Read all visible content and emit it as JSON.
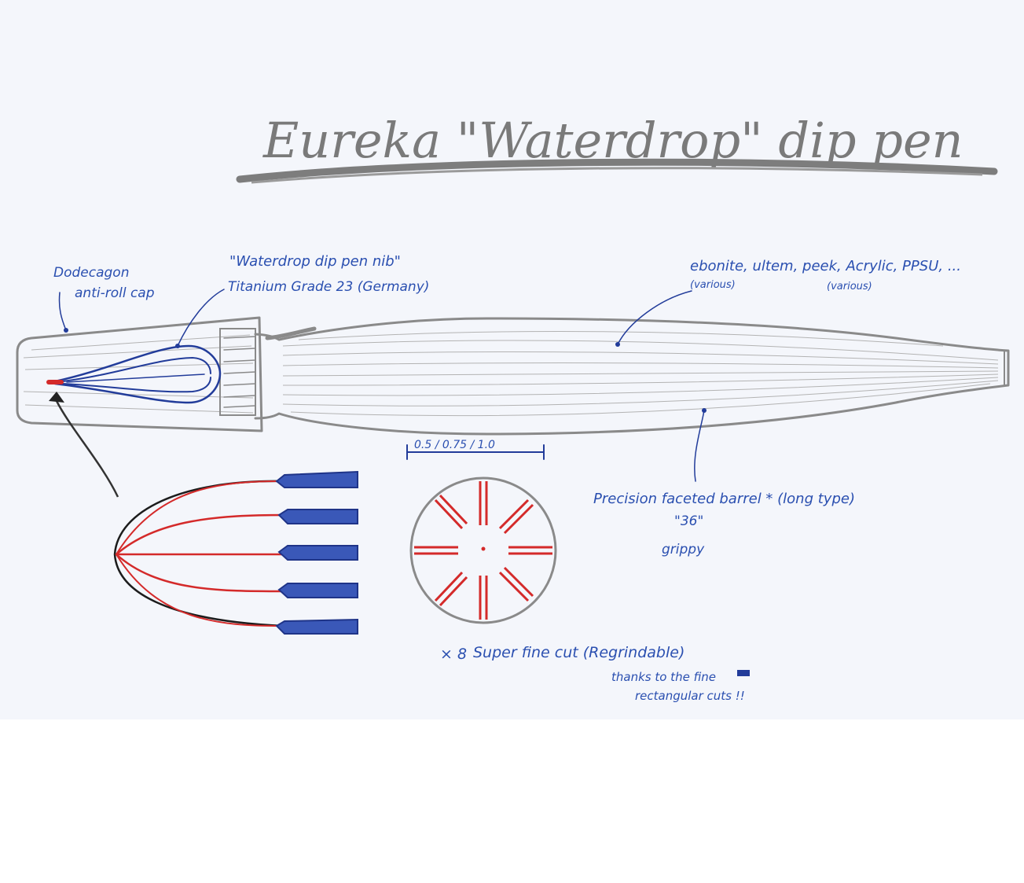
{
  "title": "Eureka \"Waterdrop\" dip pen",
  "annotations": {
    "cap_line1": "Dodecagon",
    "cap_line2": "anti-roll cap",
    "nib_line1": "\"Waterdrop dip pen nib\"",
    "nib_line2": "Titanium Grade 23 (Germany)",
    "materials_main": "ebonite, ultem, peek, Acrylic, PPSU, ...",
    "various_1": "(various)",
    "various_2": "(various)",
    "barrel_line1": "Precision faceted barrel * (long type)",
    "barrel_line2": "\"36\"",
    "barrel_line3": "grippy",
    "dimension_label": "0.5 / 0.75 / 1.0",
    "cut_count": "× 8",
    "cut_line1": "Super fine cut (Regrindable)",
    "cut_line2": "thanks to the fine",
    "cut_line3": "rectangular cuts !!"
  },
  "colors": {
    "pencil": "#8a8a8a",
    "ink_blue": "#223c9a",
    "ink_red": "#d42a2a",
    "paper": "#f4f6fb"
  }
}
